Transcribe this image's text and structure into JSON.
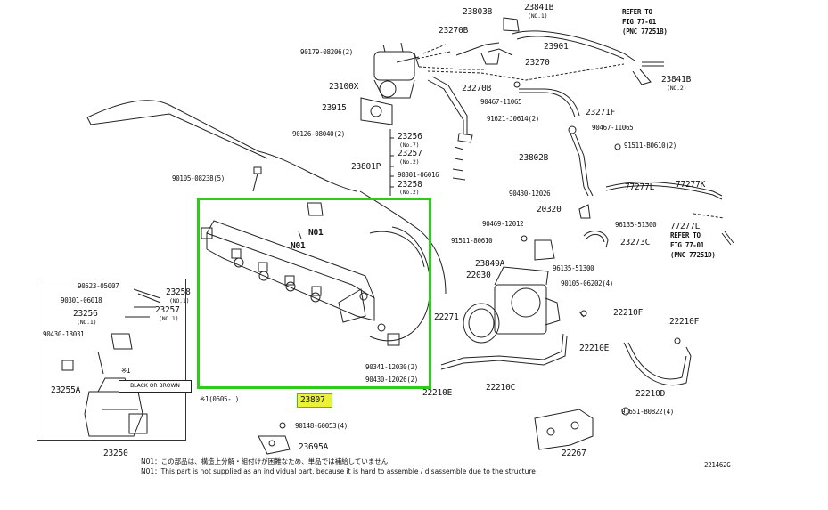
{
  "highlight_color": "#2ecc1a",
  "highlight_fill": "#ecf03a",
  "selected_part": "23807",
  "labels": {
    "p23803B": "23803B",
    "p23841B_top": "23841B",
    "no1_23841B": "(NO.1)",
    "refer1_a": "REFER TO",
    "refer1_b": "FIG 77-01",
    "refer1_c": "(PNC 77251B)",
    "p23270B_top": "23270B",
    "p90179": "90179-08206(2)",
    "p23901": "23901",
    "p23270": "23270",
    "p23841B_r": "23841B",
    "no2_23841B": "(NO.2)",
    "p23100X": "23100X",
    "p23270B_mid": "23270B",
    "p90467a": "90467-11065",
    "p23915": "23915",
    "p91621": "91621-J0614(2)",
    "p23271F": "23271F",
    "p90126": "90126-08040(2)",
    "p23256_top": "23256",
    "no7": "(No.7)",
    "p90467b": "90467-11065",
    "p23257_top": "23257",
    "no2_23257": "(No.2)",
    "p91511a": "91511-B0610(2)",
    "p23801P": "23801P",
    "p23802B": "23802B",
    "p90301_top": "90301-06016",
    "p23258_top": "23258",
    "no2_23258": "(No.2)",
    "p90105a": "90105-08238(5)",
    "p77277L": "77277L",
    "p77277K": "77277K",
    "p90430a": "90430-12026",
    "p20320": "20320",
    "n01a": "N01",
    "n01b": "N01",
    "p90469": "90469-12012",
    "p96135a": "96135-51300",
    "p77277L2": "77277L",
    "refer2_a": "REFER TO",
    "refer2_b": "FIG 77-01",
    "refer2_c": "(PNC 77251D)",
    "p91511b": "91511-80610",
    "p23273C": "23273C",
    "p23849A": "23849A",
    "p96135b": "96135-51300",
    "p22030": "22030",
    "p90105b": "90105-06202(4)",
    "p90523": "90523-05007",
    "p23258_in": "23258",
    "no1_23258": "(NO.1)",
    "p90301_in": "90301-06018",
    "p23256_in": "23256",
    "no1_23256": "(NO.1)",
    "p23257_in": "23257",
    "no1_23257": "(NO.1)",
    "p90430_in": "90430-18031",
    "p22271": "22271",
    "p22210F_a": "22210F",
    "p22210F_b": "22210F",
    "p22210E_r": "22210E",
    "p90341": "90341-12030(2)",
    "p90430b": "90430-12026(2)",
    "p22210E_l": "22210E",
    "p22210C": "22210C",
    "p22210D": "22210D",
    "p23255A": "23255A",
    "star1_in": "※1",
    "color_note": "BLACK OR BROWN",
    "star1_date": "※1(0505-  )",
    "p23807": "23807",
    "p91651": "91651-B0822(4)",
    "p90148": "90148-60053(4)",
    "p23695A": "23695A",
    "p23250": "23250",
    "p22267": "22267",
    "note_jp": "N01：この部品は、構造上分解・組付けが困難なため、単品では補給していません",
    "note_en": "N01：This part is not supplied as an individual part, because it is hard to assemble / disassemble due to the structure",
    "fig_id": "221462G"
  }
}
